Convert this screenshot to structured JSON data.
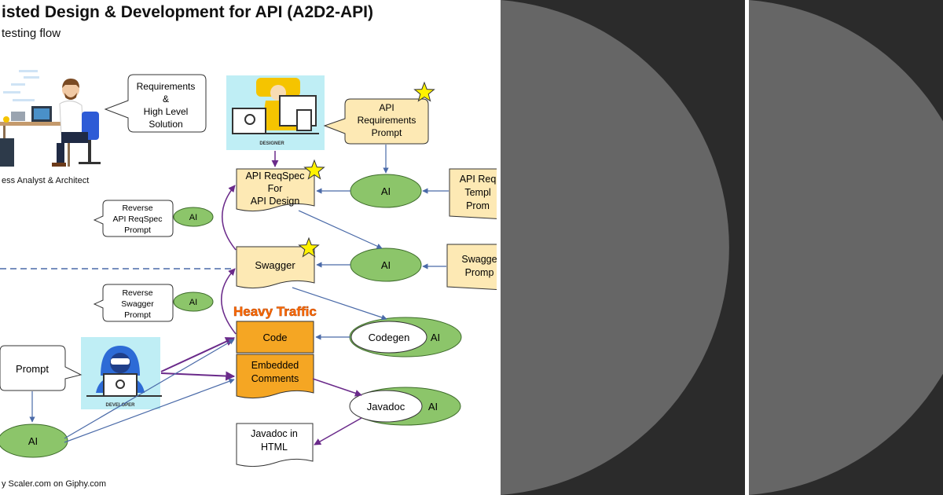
{
  "slide": {
    "title": "isted Design & Development for API (A2D2-API)",
    "subtitle": "testing flow",
    "analyst_caption": "ess Analyst & Architect",
    "credit": "y Scaler.com on Giphy.com",
    "traffic_label": "Heavy Traffic",
    "designer_label": "DESIGNER",
    "developer_label": "DEVELOPER"
  },
  "callouts": {
    "requirements": [
      "Requirements",
      "&",
      "High Level",
      "Solution"
    ],
    "api_req_prompt": [
      "API",
      "Requirements",
      "Prompt"
    ],
    "reverse_reqspec": [
      "Reverse",
      "API ReqSpec",
      "Prompt"
    ],
    "reverse_swagger": [
      "Reverse",
      "Swagger",
      "Prompt"
    ],
    "prompt": [
      "Prompt"
    ]
  },
  "docs": {
    "reqspec": [
      "API ReqSpec",
      "For",
      "API Design"
    ],
    "swagger": [
      "Swagger"
    ],
    "code": [
      "Code"
    ],
    "embedded": [
      "Embedded",
      "Comments"
    ],
    "javadoc_html": [
      "Javadoc in",
      "HTML"
    ],
    "template": [
      "API Req",
      "Templ",
      "Prom"
    ],
    "swagger_prompt": [
      "Swagge",
      "Promp"
    ]
  },
  "ai": {
    "label": "AI",
    "codegen": "Codegen",
    "javadoc": "Javadoc"
  },
  "colors": {
    "doc_fill": "#fde9b4",
    "code_fill": "#f5a623",
    "ai_fill": "#8cc56a",
    "star": "#fff200",
    "arrow_blue": "#4a6aa8",
    "arrow_purple": "#6a2a8a",
    "heavy_traffic": "#ff6a00",
    "panel_bg": "#bfeef5",
    "dark_bg": "#2b2b2b",
    "disc": "#666666"
  }
}
